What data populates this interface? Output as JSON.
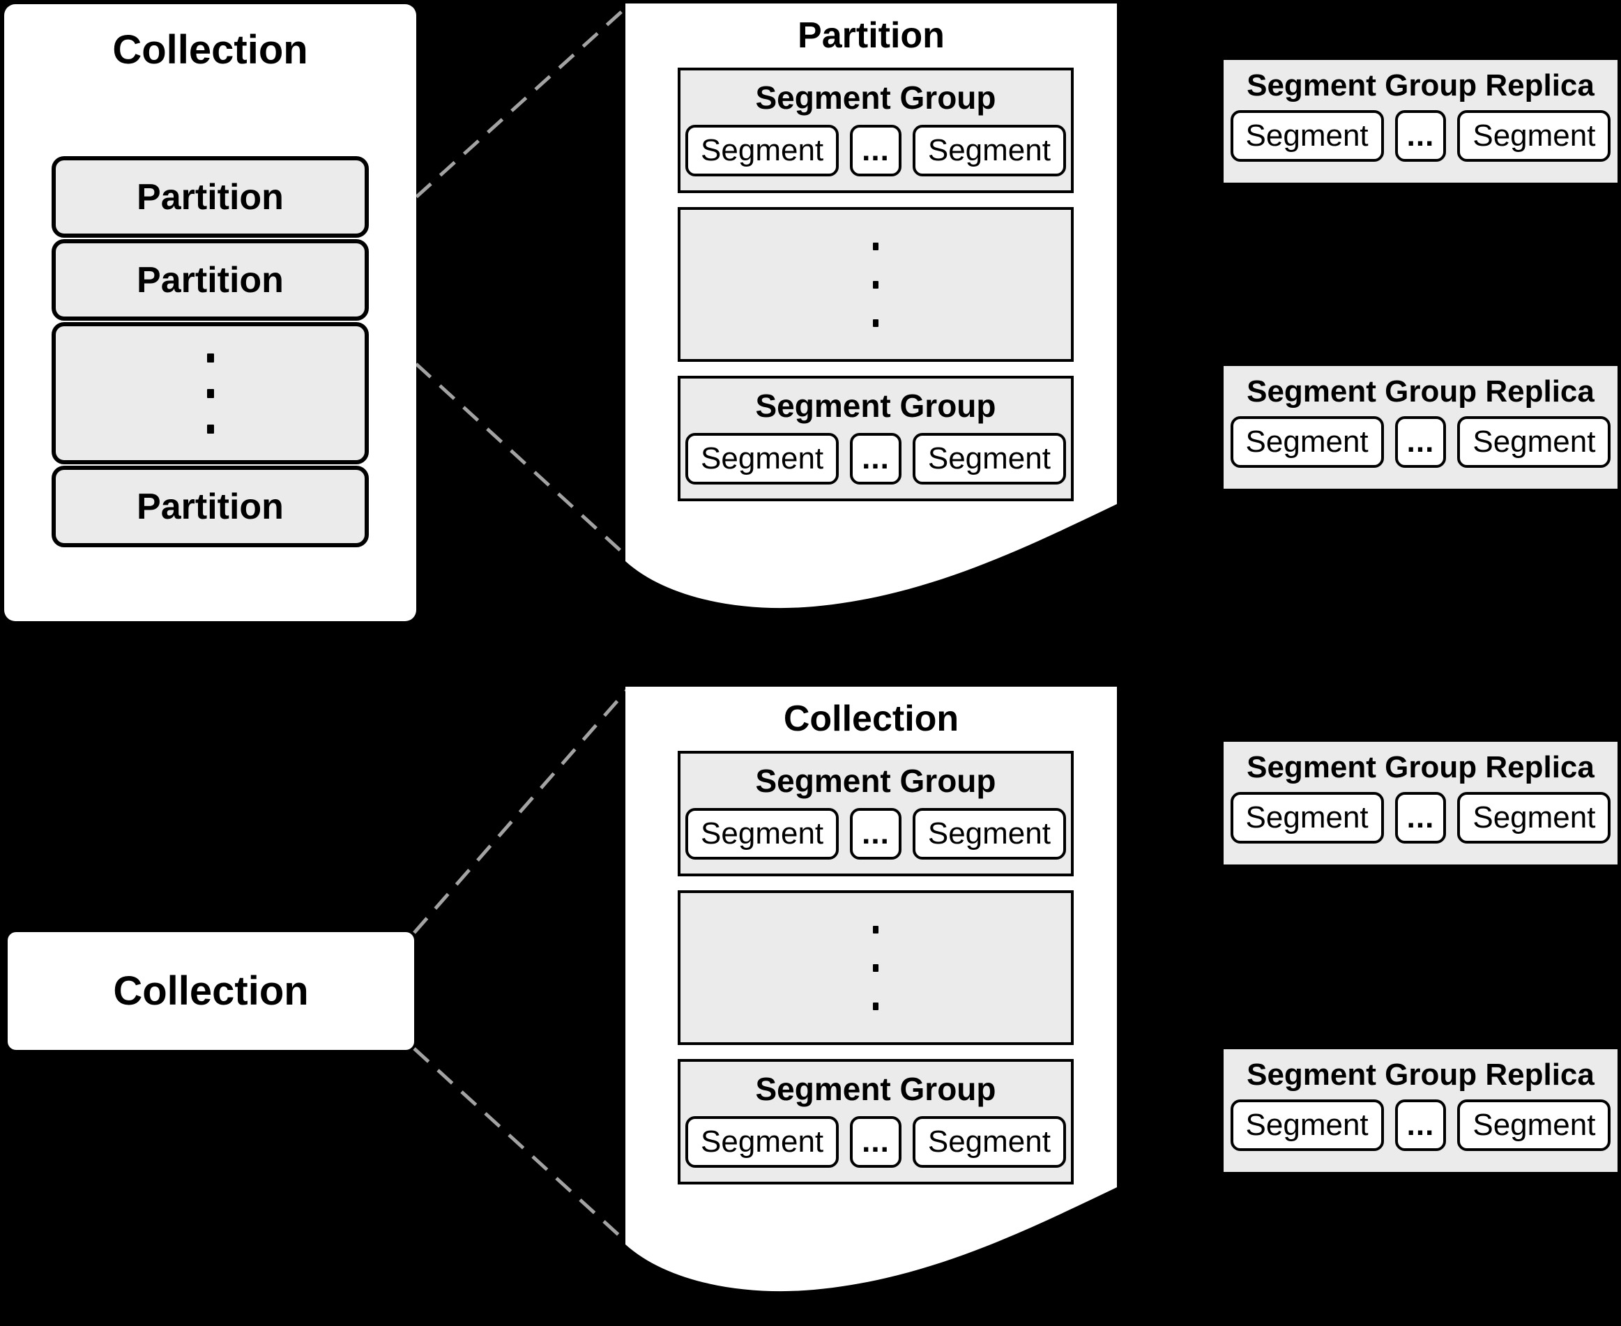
{
  "colors": {
    "background": "#000000",
    "card_fill": "#ffffff",
    "box_fill": "#ebebeb",
    "border": "#000000",
    "dash_line": "#a3a3a3"
  },
  "left_collection": {
    "title": "Collection",
    "partitions": [
      "Partition",
      "Partition",
      "Partition"
    ]
  },
  "bottom_collection": {
    "label": "Collection"
  },
  "pages": [
    {
      "title": "Partition",
      "groups": [
        {
          "title": "Segment Group",
          "segments": [
            "Segment",
            "...",
            "Segment"
          ]
        },
        {
          "title": "Segment Group",
          "segments": [
            "Segment",
            "...",
            "Segment"
          ]
        }
      ]
    },
    {
      "title": "Collection",
      "groups": [
        {
          "title": "Segment Group",
          "segments": [
            "Segment",
            "...",
            "Segment"
          ]
        },
        {
          "title": "Segment Group",
          "segments": [
            "Segment",
            "...",
            "Segment"
          ]
        }
      ]
    }
  ],
  "replicas": [
    {
      "title": "Segment Group Replica",
      "segments": [
        "Segment",
        "...",
        "Segment"
      ]
    },
    {
      "title": "Segment Group Replica",
      "segments": [
        "Segment",
        "...",
        "Segment"
      ]
    },
    {
      "title": "Segment Group Replica",
      "segments": [
        "Segment",
        "...",
        "Segment"
      ]
    },
    {
      "title": "Segment Group Replica",
      "segments": [
        "Segment",
        "...",
        "Segment"
      ]
    }
  ]
}
